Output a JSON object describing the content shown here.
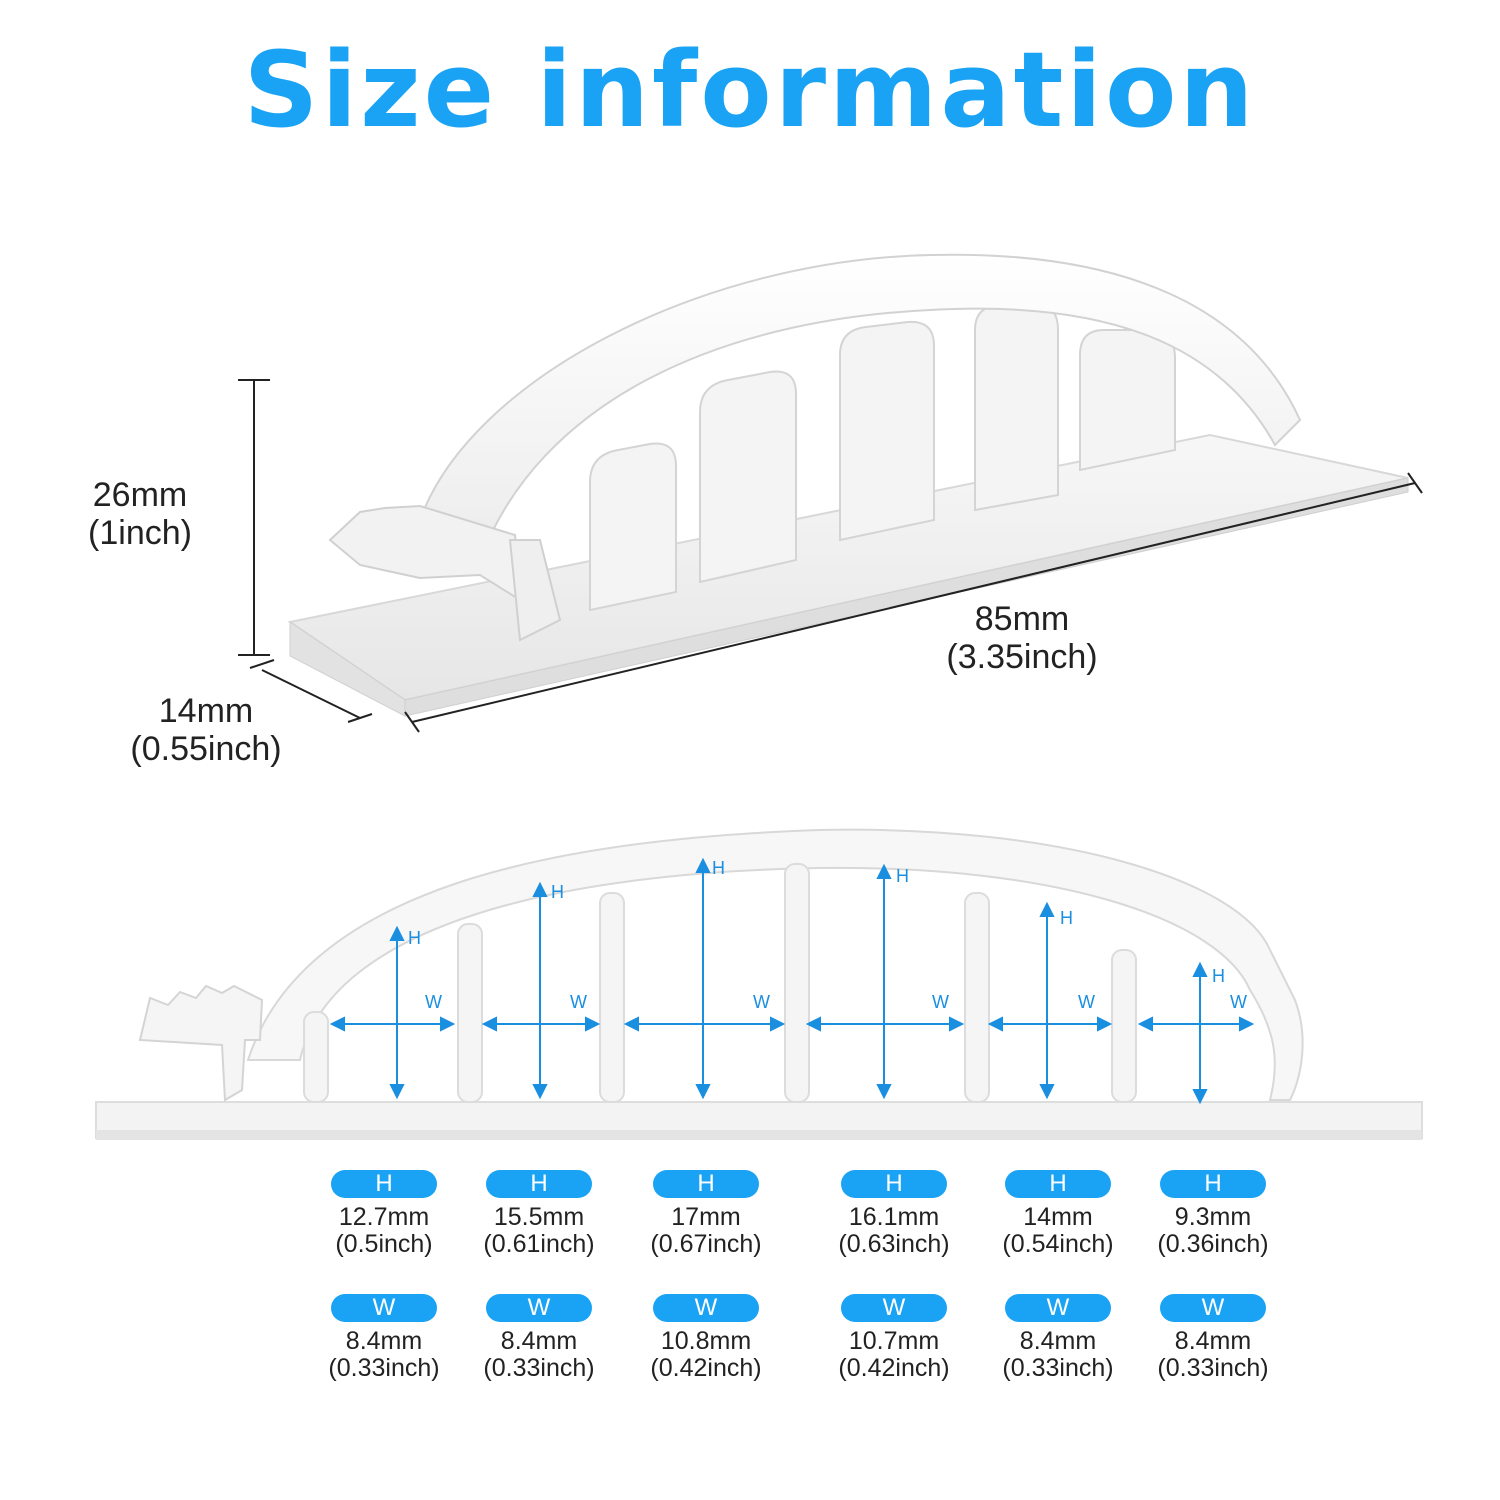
{
  "title": "Size information",
  "colors": {
    "accent": "#1aa3f5",
    "text": "#222222"
  },
  "overall_dimensions": {
    "height": {
      "mm": "26mm",
      "inch": "(1inch)"
    },
    "depth": {
      "mm": "14mm",
      "inch": "(0.55inch)"
    },
    "length": {
      "mm": "85mm",
      "inch": "(3.35inch)"
    }
  },
  "marker_labels": {
    "height": "H",
    "width": "W"
  },
  "slots": [
    {
      "h_mm": "12.7mm",
      "h_in": "(0.5inch)",
      "w_mm": "8.4mm",
      "w_in": "(0.33inch)"
    },
    {
      "h_mm": "15.5mm",
      "h_in": "(0.61inch)",
      "w_mm": "8.4mm",
      "w_in": "(0.33inch)"
    },
    {
      "h_mm": "17mm",
      "h_in": "(0.67inch)",
      "w_mm": "10.8mm",
      "w_in": "(0.42inch)"
    },
    {
      "h_mm": "16.1mm",
      "h_in": "(0.63inch)",
      "w_mm": "10.7mm",
      "w_in": "(0.42inch)"
    },
    {
      "h_mm": "14mm",
      "h_in": "(0.54inch)",
      "w_mm": "8.4mm",
      "w_in": "(0.33inch)"
    },
    {
      "h_mm": "9.3mm",
      "h_in": "(0.36inch)",
      "w_mm": "8.4mm",
      "w_in": "(0.33inch)"
    }
  ]
}
